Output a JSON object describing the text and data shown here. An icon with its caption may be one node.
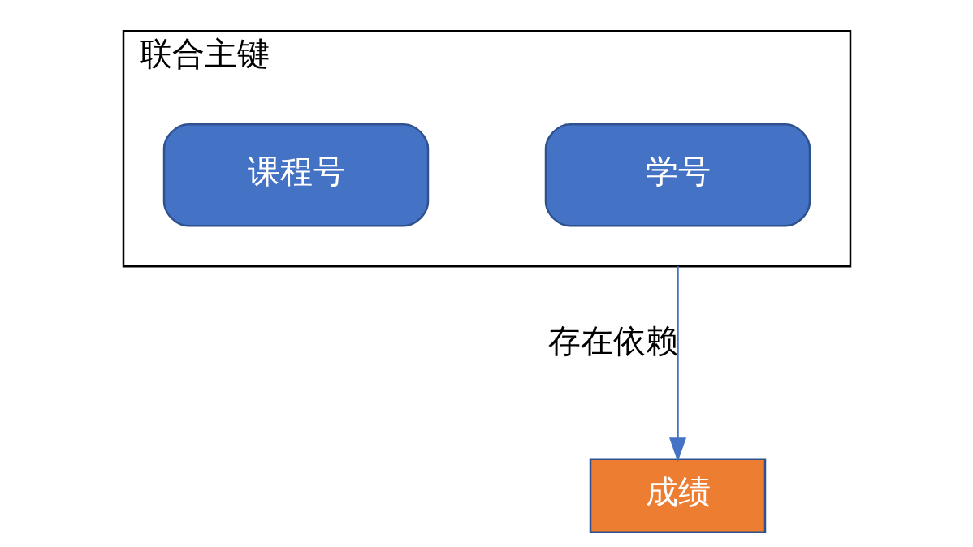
{
  "diagram": {
    "nodes": [
      {
        "text": [
          "联合主键"
        ]
      },
      {
        "text": [
          "学号"
        ],
        "in": 0
      },
      {
        "text": [
          "课程号"
        ],
        "in": 0
      },
      {
        "text": [
          "成绩"
        ]
      }
    ],
    "edges": [
      {
        "from": 0,
        "to": 3,
        "arrow": "to",
        "label": "存在依赖"
      }
    ]
  }
}
